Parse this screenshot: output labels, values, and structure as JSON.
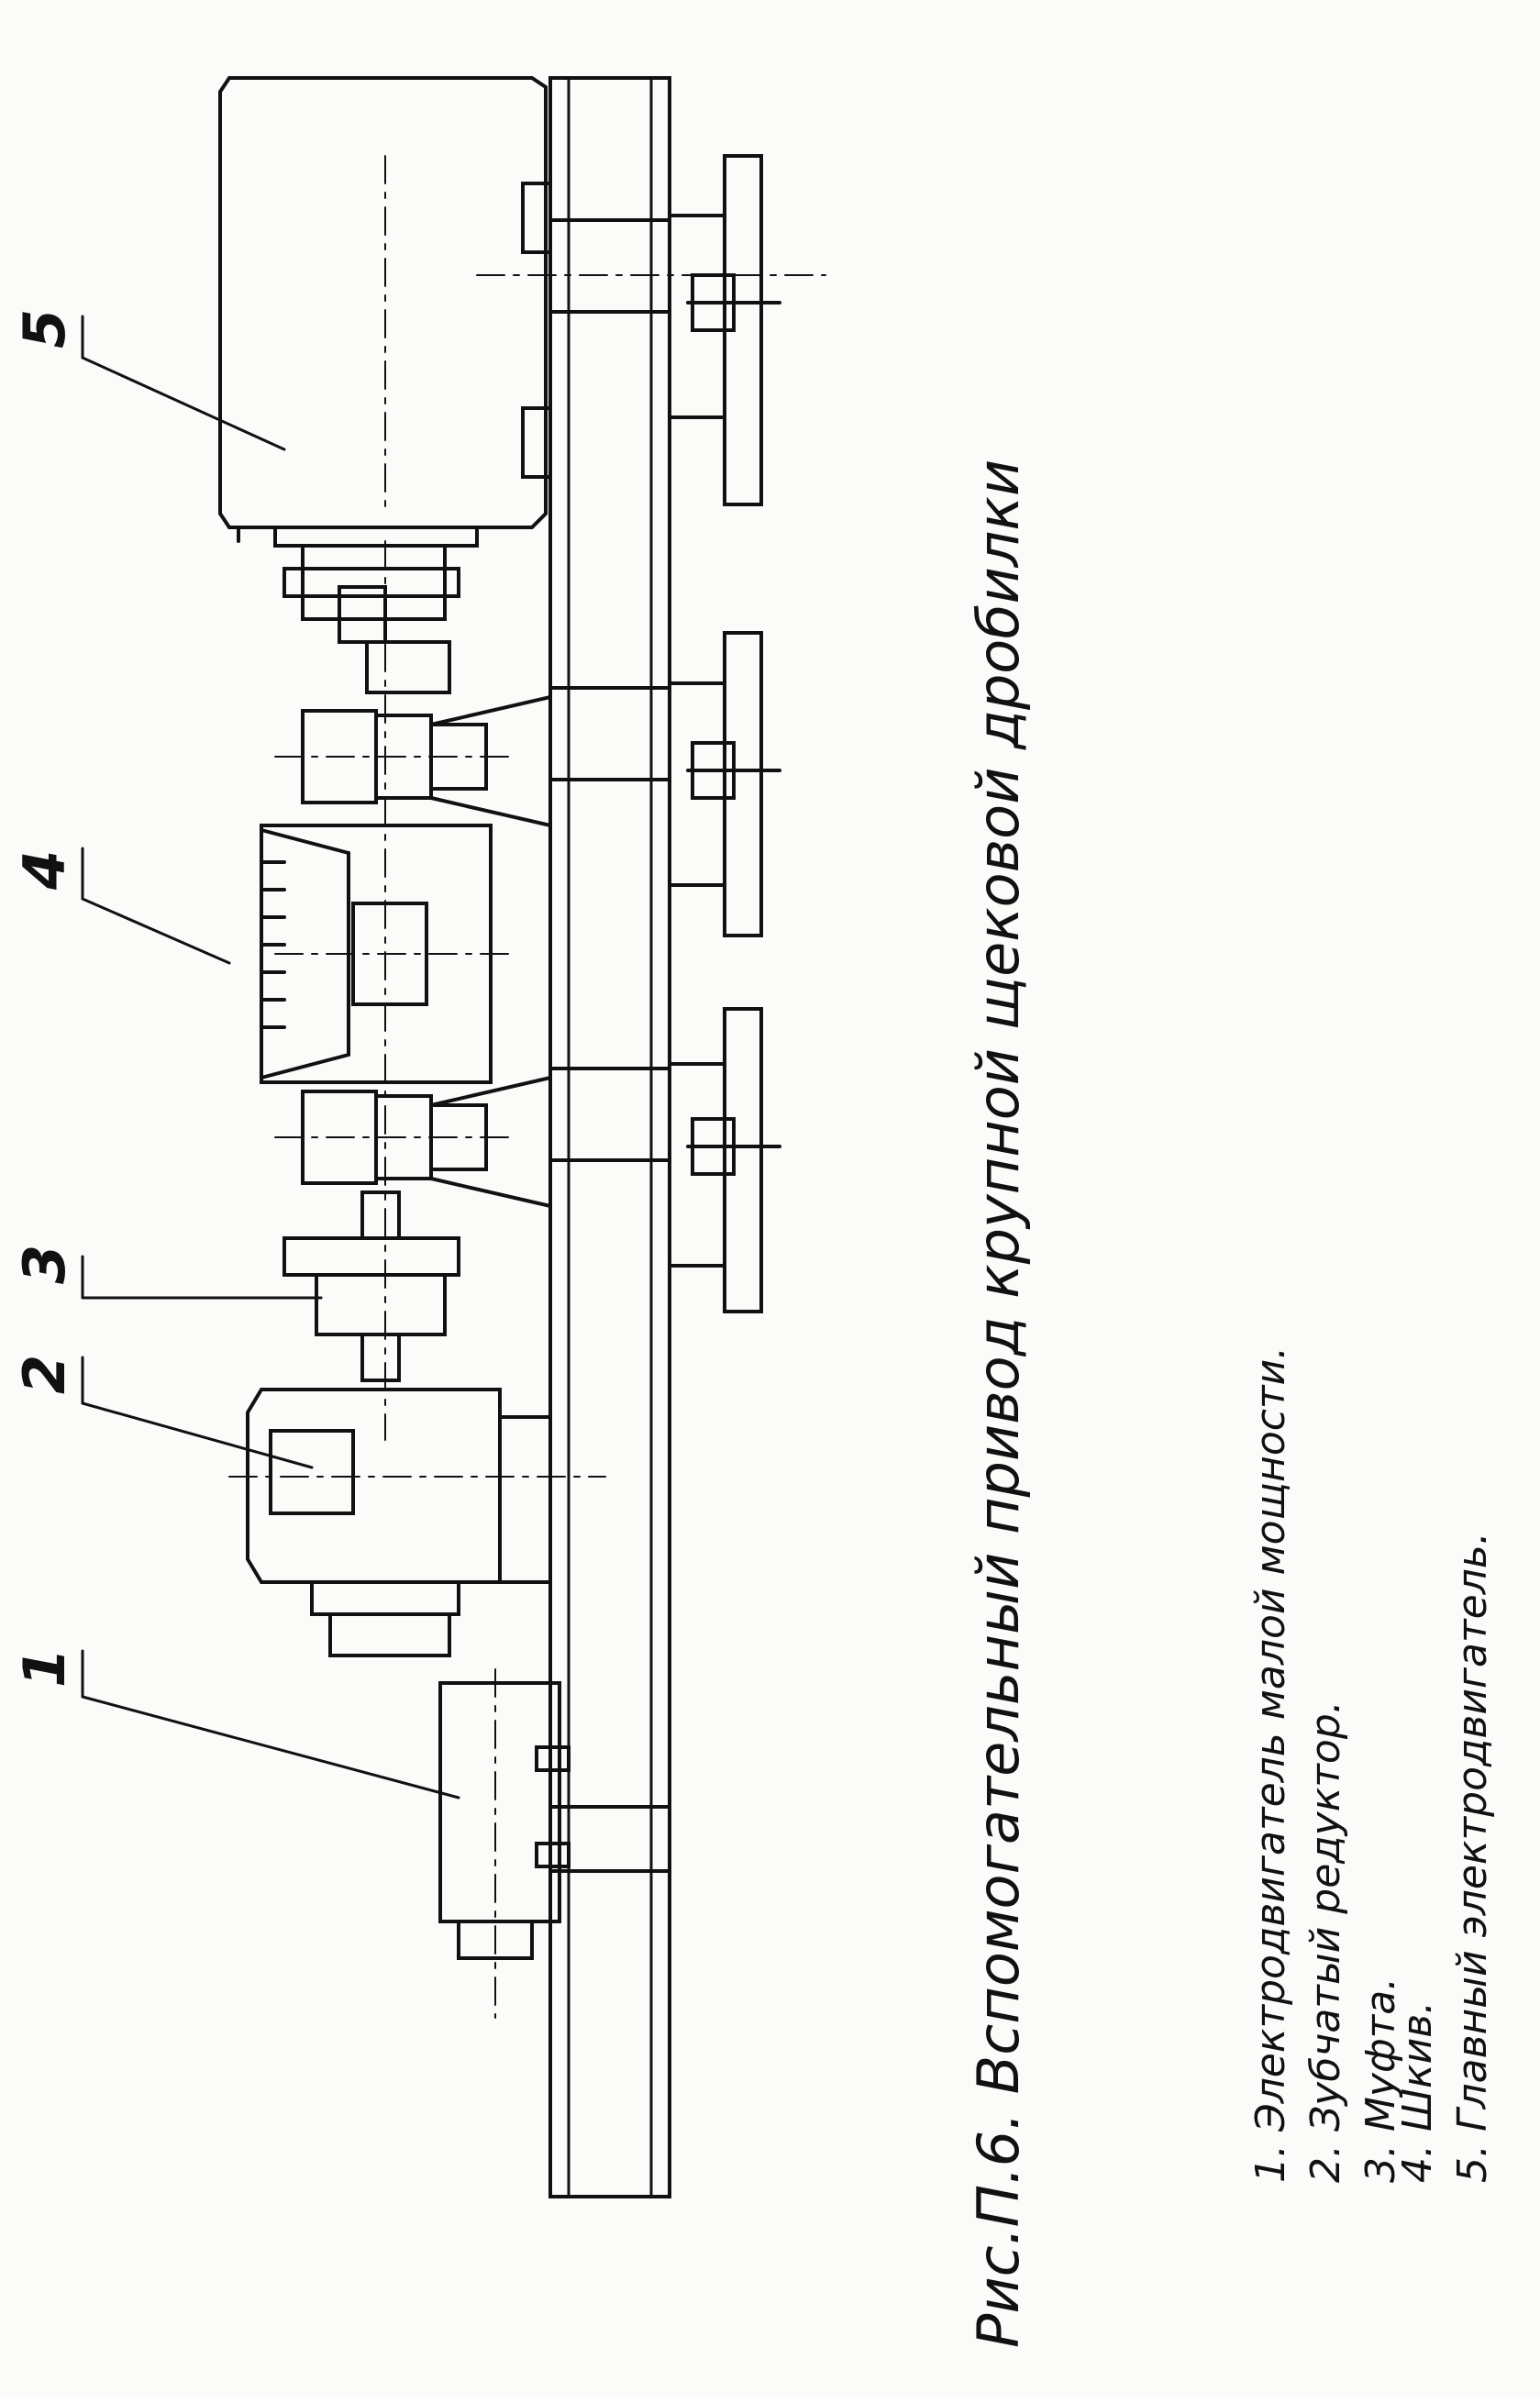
{
  "figure": {
    "caption": "Рис.П.6. Вспомогательный привод крупной щековой дробилки",
    "callouts": [
      {
        "id": "1",
        "label": "1"
      },
      {
        "id": "2",
        "label": "2"
      },
      {
        "id": "3",
        "label": "3"
      },
      {
        "id": "4",
        "label": "4"
      },
      {
        "id": "5",
        "label": "5"
      }
    ],
    "legend": [
      "1. Электродвигатель малой мощности.",
      "2. Зубчатый редуктор.",
      "3. Муфта.",
      "4. Шкив.",
      "5. Главный электродвигатель."
    ]
  },
  "colors": {
    "ink": "#111111",
    "paper": "#fbfbf9"
  }
}
